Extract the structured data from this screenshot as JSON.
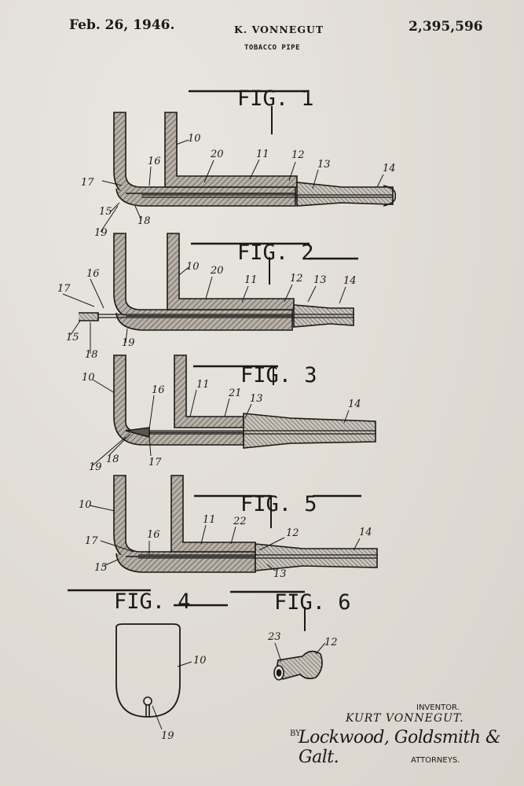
{
  "header": {
    "date": "Feb. 26, 1946.",
    "inventor": "K. VONNEGUT",
    "title": "TOBACCO PIPE",
    "patent_number": "2,395,596"
  },
  "figures": [
    {
      "label": "FIG. 1",
      "refs": [
        "10",
        "11",
        "12",
        "13",
        "14",
        "15",
        "16",
        "17",
        "18",
        "19",
        "20"
      ]
    },
    {
      "label": "FIG. 2",
      "refs": [
        "10",
        "11",
        "12",
        "13",
        "14",
        "15",
        "16",
        "17",
        "18",
        "19",
        "20"
      ]
    },
    {
      "label": "FIG. 3",
      "refs": [
        "10",
        "11",
        "13",
        "14",
        "16",
        "17",
        "18",
        "19",
        "21"
      ]
    },
    {
      "label": "FIG. 5",
      "refs": [
        "10",
        "11",
        "12",
        "13",
        "14",
        "15",
        "16",
        "17",
        "22"
      ]
    },
    {
      "label": "FIG. 4",
      "refs": [
        "10",
        "19"
      ]
    },
    {
      "label": "FIG. 6",
      "refs": [
        "12",
        "23"
      ]
    }
  ],
  "signature": {
    "inventor_label": "INVENTOR.",
    "inventor_name": "KURT VONNEGUT.",
    "by": "BY",
    "attorney_firm": "Lockwood, Goldsmith & Galt.",
    "attorneys_label": "ATTORNEYS."
  },
  "colors": {
    "paper": "#e3dfd8",
    "ink": "#1a1917",
    "hatch": "#6d675f"
  }
}
